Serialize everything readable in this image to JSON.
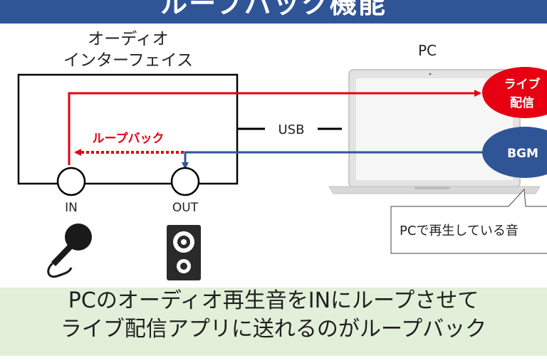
{
  "header": {
    "title": "ループバック機能"
  },
  "interface_label": {
    "line1": "オーディオ",
    "line2": "インターフェイス"
  },
  "pc_label": "PC",
  "usb_label": "USB",
  "loopback_label": "ループバック",
  "ports": {
    "in": "IN",
    "out": "OUT"
  },
  "bubbles": {
    "live": {
      "line1": "ライブ",
      "line2": "配信",
      "color": "#e60012"
    },
    "bgm": {
      "label": "BGM",
      "color": "#2f5597"
    }
  },
  "callout_text": "PCで再生している音",
  "caption": {
    "line1": "PCのオーディオ再生音をINにループさせて",
    "line2": "ライブ配信アプリに送れるのがループバック"
  },
  "icons": {
    "left": "microphone-icon",
    "right": "speaker-icon"
  }
}
